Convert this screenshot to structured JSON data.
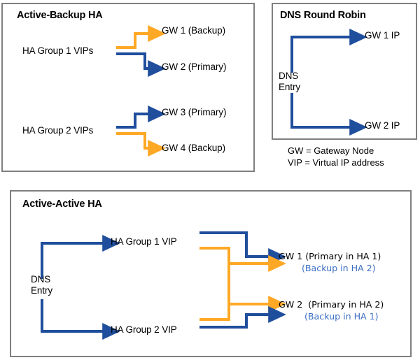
{
  "colors": {
    "blue": "#1f4e9c",
    "orange": "#ffa826",
    "sub_blue": "#3b6fc4",
    "border_gray": "#7f7f7f",
    "text": "#000000",
    "background": "#ffffff"
  },
  "panels": {
    "active_backup": {
      "title": "Active-Backup HA",
      "sources": [
        {
          "label": "HA Group 1 VIPs"
        },
        {
          "label": "HA Group 2 VIPs"
        }
      ],
      "targets": [
        {
          "label": "GW 1 (Backup)",
          "link_color": "orange"
        },
        {
          "label": "GW 2 (Primary)",
          "link_color": "blue"
        },
        {
          "label": "GW 3 (Primary)",
          "link_color": "blue"
        },
        {
          "label": "GW 4 (Backup)",
          "link_color": "orange"
        }
      ]
    },
    "dns_round_robin": {
      "title": "DNS Round Robin",
      "source": {
        "label_line1": "DNS",
        "label_line2": "Entry"
      },
      "targets": [
        {
          "label": "GW 1 IP",
          "link_color": "blue"
        },
        {
          "label": "GW 2 IP",
          "link_color": "blue"
        }
      ]
    },
    "active_active": {
      "title": "Active-Active HA",
      "source": {
        "label_line1": "DNS",
        "label_line2": "Entry"
      },
      "vips": [
        {
          "label": "HA Group 1 VIP"
        },
        {
          "label": "HA Group 2 VIP"
        }
      ],
      "gateways": [
        {
          "name": "GW 1",
          "primary": "(Primary in HA 1)",
          "backup": "(Backup in HA 2)"
        },
        {
          "name": "GW 2",
          "primary": "(Primary in HA 2)",
          "backup": "(Backup in HA 1)"
        }
      ]
    }
  },
  "legend": {
    "line1": "GW = Gateway Node",
    "line2": "VIP = Virtual IP address"
  }
}
